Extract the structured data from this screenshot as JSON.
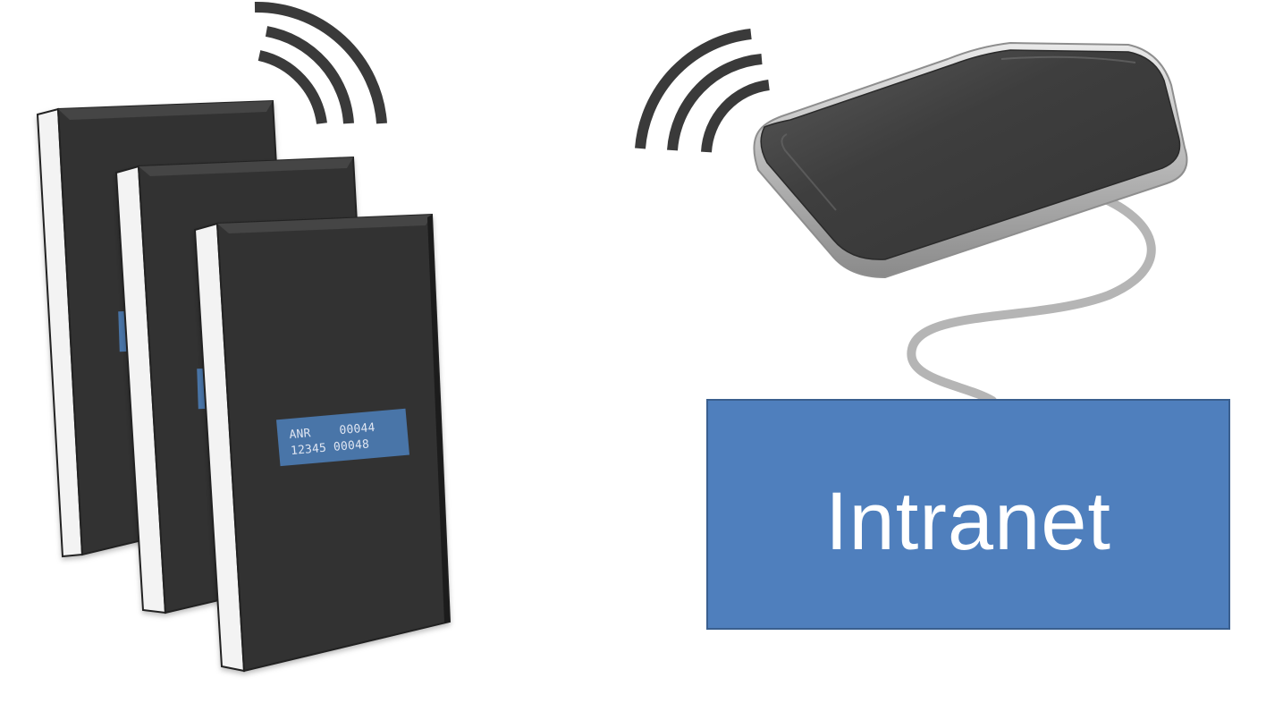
{
  "devices": [
    {
      "id": "device-back"
    },
    {
      "id": "device-middle"
    },
    {
      "id": "device-front",
      "display": {
        "line1": "ANR    00044",
        "line2": "12345 00048"
      }
    }
  ],
  "access_point": {
    "icon": "wireless-access-point-icon"
  },
  "network": {
    "label": "Intranet",
    "color": "#4f7fbd"
  },
  "colors": {
    "device_body": "#333333",
    "device_edge": "#f2f2f2",
    "display": "#4a74a8",
    "signal": "#3a3a3a",
    "cable": "#b5b5b5"
  }
}
